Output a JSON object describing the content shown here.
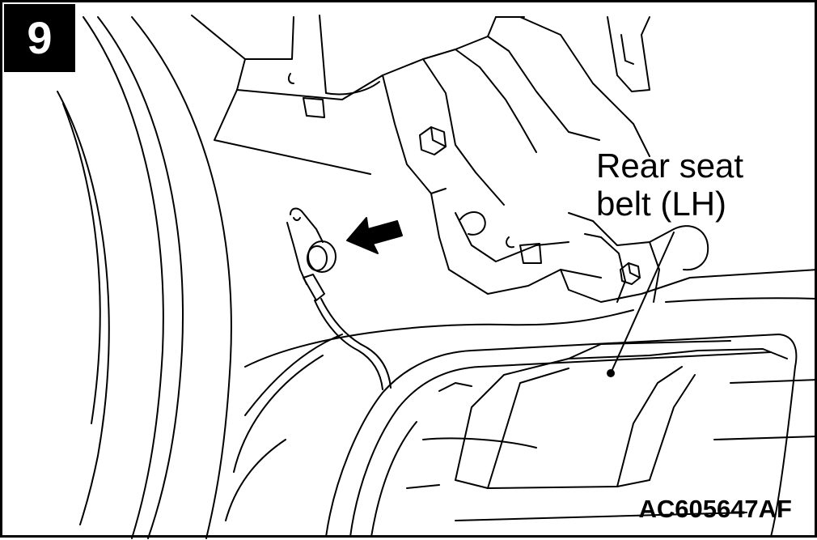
{
  "step_number": "9",
  "callout": {
    "line1": "Rear seat",
    "line2": "belt (LH)"
  },
  "figure_code": "AC605647AF",
  "colors": {
    "ink": "#000000",
    "paper": "#ffffff"
  }
}
